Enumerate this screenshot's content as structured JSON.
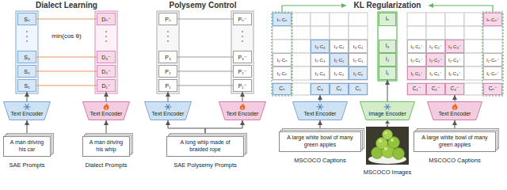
{
  "diagram": {
    "nodes": [
      {
        "text": [
          "Sₙ"
        ]
      },
      {
        "text": [
          "S₃"
        ]
      },
      {
        "text": [
          "S₂"
        ]
      },
      {
        "text": [
          "S₁"
        ]
      },
      {
        "text": [
          "Dₙ⁻"
        ]
      },
      {
        "text": [
          "D₃⁻"
        ]
      },
      {
        "text": [
          "D₂⁻"
        ]
      },
      {
        "text": [
          "D₁⁻"
        ]
      },
      {
        "text": [
          "Text Encoder"
        ]
      },
      {
        "text": [
          "Text Encoder"
        ]
      },
      {
        "text": [
          "A man driving his car",
          "SAE Prompts"
        ]
      },
      {
        "text": [
          "A man driving his whip",
          "Dialect Prompts"
        ]
      },
      {
        "text": [
          "Pₙ"
        ]
      },
      {
        "text": [
          "P₃"
        ]
      },
      {
        "text": [
          "P₂"
        ]
      },
      {
        "text": [
          "P₁"
        ]
      },
      {
        "text": [
          "Pₙ⁻"
        ]
      },
      {
        "text": [
          "P₃⁻"
        ]
      },
      {
        "text": [
          "P₂⁻"
        ]
      },
      {
        "text": [
          "P₁⁻"
        ]
      },
      {
        "text": [
          "Text Encoder"
        ]
      },
      {
        "text": [
          "Text Encoder"
        ]
      },
      {
        "text": [
          "A long whip made of braided rope",
          "SAE Polysemy Prompts"
        ]
      },
      {
        "text": [
          "Iₙ·Cₙ"
        ]
      },
      {
        "text": [
          "I₃·C₃"
        ]
      },
      {
        "text": [
          "I₃·C₂"
        ]
      },
      {
        "text": [
          "I₃·C₁"
        ]
      },
      {
        "text": [
          "I₂·Cₙ"
        ]
      },
      {
        "text": [
          "I₂·C₃"
        ]
      },
      {
        "text": [
          "I₂·C₂"
        ]
      },
      {
        "text": [
          "I₂·C₁"
        ]
      },
      {
        "text": [
          "I₁·Cₙ"
        ]
      },
      {
        "text": [
          "I₁·C₃"
        ]
      },
      {
        "text": [
          "I₁·C₂"
        ]
      },
      {
        "text": [
          "I₁·C₁"
        ]
      },
      {
        "text": [
          "Cₙ"
        ]
      },
      {
        "text": [
          "C₃"
        ]
      },
      {
        "text": [
          "C₂"
        ]
      },
      {
        "text": [
          "C₁"
        ]
      },
      {
        "text": [
          "Iₙ"
        ]
      },
      {
        "text": [
          "I₃"
        ]
      },
      {
        "text": [
          "I₂"
        ]
      },
      {
        "text": [
          "I₁"
        ]
      },
      {
        "text": [
          "Iₙ·Cₙ⁻"
        ]
      },
      {
        "text": [
          "I₃·C₁⁻"
        ]
      },
      {
        "text": [
          "I₃·C₂⁻"
        ]
      },
      {
        "text": [
          "I₃·C₃⁻"
        ]
      },
      {
        "text": [
          "I₂·C₁⁻"
        ]
      },
      {
        "text": [
          "I₂·C₂⁻"
        ]
      },
      {
        "text": [
          "I₂·C₃⁻"
        ]
      },
      {
        "text": [
          "I₂·Cₙ⁻"
        ]
      },
      {
        "text": [
          "I₁·C₁⁻"
        ]
      },
      {
        "text": [
          "I₁·C₂⁻"
        ]
      },
      {
        "text": [
          "I₁·C₃⁻"
        ]
      },
      {
        "text": [
          "I₁·Cₙ⁻"
        ]
      },
      {
        "text": [
          "C₁⁻"
        ]
      },
      {
        "text": [
          "C₂⁻"
        ]
      },
      {
        "text": [
          "C₃⁻"
        ]
      },
      {
        "text": [
          "Cₙ⁻"
        ]
      },
      {
        "text": [
          "Text Encoder"
        ]
      },
      {
        "text": [
          "Image Encoder"
        ]
      },
      {
        "text": [
          "Text Encoder"
        ]
      },
      {
        "text": [
          "A large white bowl of many green apples",
          "MSCOCO Captions"
        ]
      },
      {
        "text": [
          "A large white bowl of many green apples",
          "MSCOCO Captions"
        ]
      }
    ],
    "edges": [
      {
        "from": 0,
        "to": 4,
        "arrow": "none"
      },
      {
        "from": 1,
        "to": 5,
        "arrow": "none"
      },
      {
        "from": 2,
        "to": 6,
        "arrow": "none"
      },
      {
        "from": 3,
        "to": 7,
        "arrow": "none"
      },
      {
        "from": 8,
        "to": 3,
        "arrow": "to"
      },
      {
        "from": 9,
        "to": 7,
        "arrow": "to"
      },
      {
        "from": 10,
        "to": 8,
        "arrow": "to"
      },
      {
        "from": 11,
        "to": 9,
        "arrow": "to"
      },
      {
        "from": 12,
        "to": 16,
        "arrow": "none"
      },
      {
        "from": 13,
        "to": 17,
        "arrow": "none"
      },
      {
        "from": 14,
        "to": 18,
        "arrow": "none"
      },
      {
        "from": 15,
        "to": 19,
        "arrow": "none"
      },
      {
        "from": 20,
        "to": 15,
        "arrow": "to"
      },
      {
        "from": 21,
        "to": 19,
        "arrow": "to"
      },
      {
        "from": 22,
        "to": 20,
        "arrow": "to"
      },
      {
        "from": 22,
        "to": 21,
        "arrow": "to"
      },
      {
        "from": 59,
        "to": 36,
        "arrow": "to"
      },
      {
        "from": 60,
        "to": 42,
        "arrow": "to"
      },
      {
        "from": 61,
        "to": 57,
        "arrow": "to"
      },
      {
        "from": 62,
        "to": 59,
        "arrow": "to"
      },
      {
        "from": 63,
        "to": 61,
        "arrow": "to"
      }
    ],
    "labels": [
      "Dialect Learning",
      "min(cos θ)",
      "Polysemy Control",
      "KL Regularization",
      "MSCOCO Images"
    ]
  }
}
